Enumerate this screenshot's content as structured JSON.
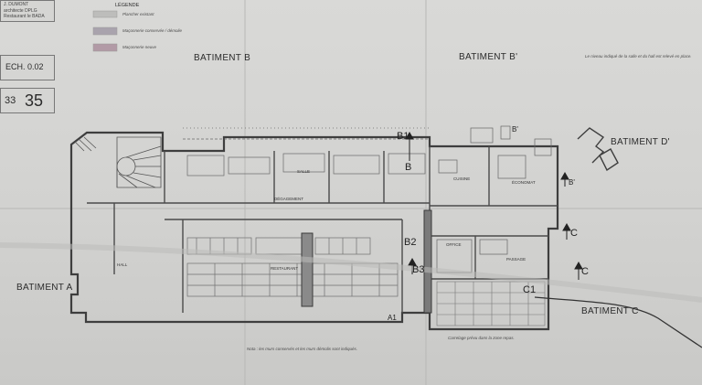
{
  "title_block": {
    "author_lines": [
      "J. DUMONT",
      "architecte DPLG",
      "Restaurant le BADA"
    ],
    "scale": "ECH. 0.02",
    "sheet_left": "33",
    "sheet_right": "35"
  },
  "legend": {
    "title": "LÉGENDE",
    "items": [
      {
        "label": "Plancher existant",
        "color": "#bdbdbb"
      },
      {
        "label": "Maçonnerie conservée / démolie",
        "color": "#a9a3ad"
      },
      {
        "label": "Maçonnerie neuve",
        "color": "#b29aa6"
      }
    ]
  },
  "buildings": {
    "a": "BATIMENT A",
    "b": "BATIMENT B",
    "b_prime": "BATIMENT B'",
    "c": "BATIMENT C",
    "d_prime": "BATIMENT D'"
  },
  "markers": {
    "b1": "B1",
    "b2": "B2",
    "b3": "B3",
    "b_upper": "B",
    "b_prime_small": "B'",
    "c": "C",
    "c_left": "C",
    "c_lower": "C",
    "c1": "C1",
    "a1": "A1"
  },
  "rooms": {
    "hall": "HALL",
    "salle": "SALLE",
    "degagement": "DÉGAGEMENT",
    "cuisine": "CUISINE",
    "economat": "ÉCONOMAT",
    "office": "OFFICE",
    "passage": "PASSAGE",
    "restaurant": "RESTAURANT"
  },
  "notes": {
    "top_right": "Le niveau indiqué de la salle et du hall est relevé en place.",
    "bottom_center": "Nota : les murs conservés et les murs démolis sont indiqués.",
    "bottom_right": "Carrelage prévu dans la zone repas."
  }
}
